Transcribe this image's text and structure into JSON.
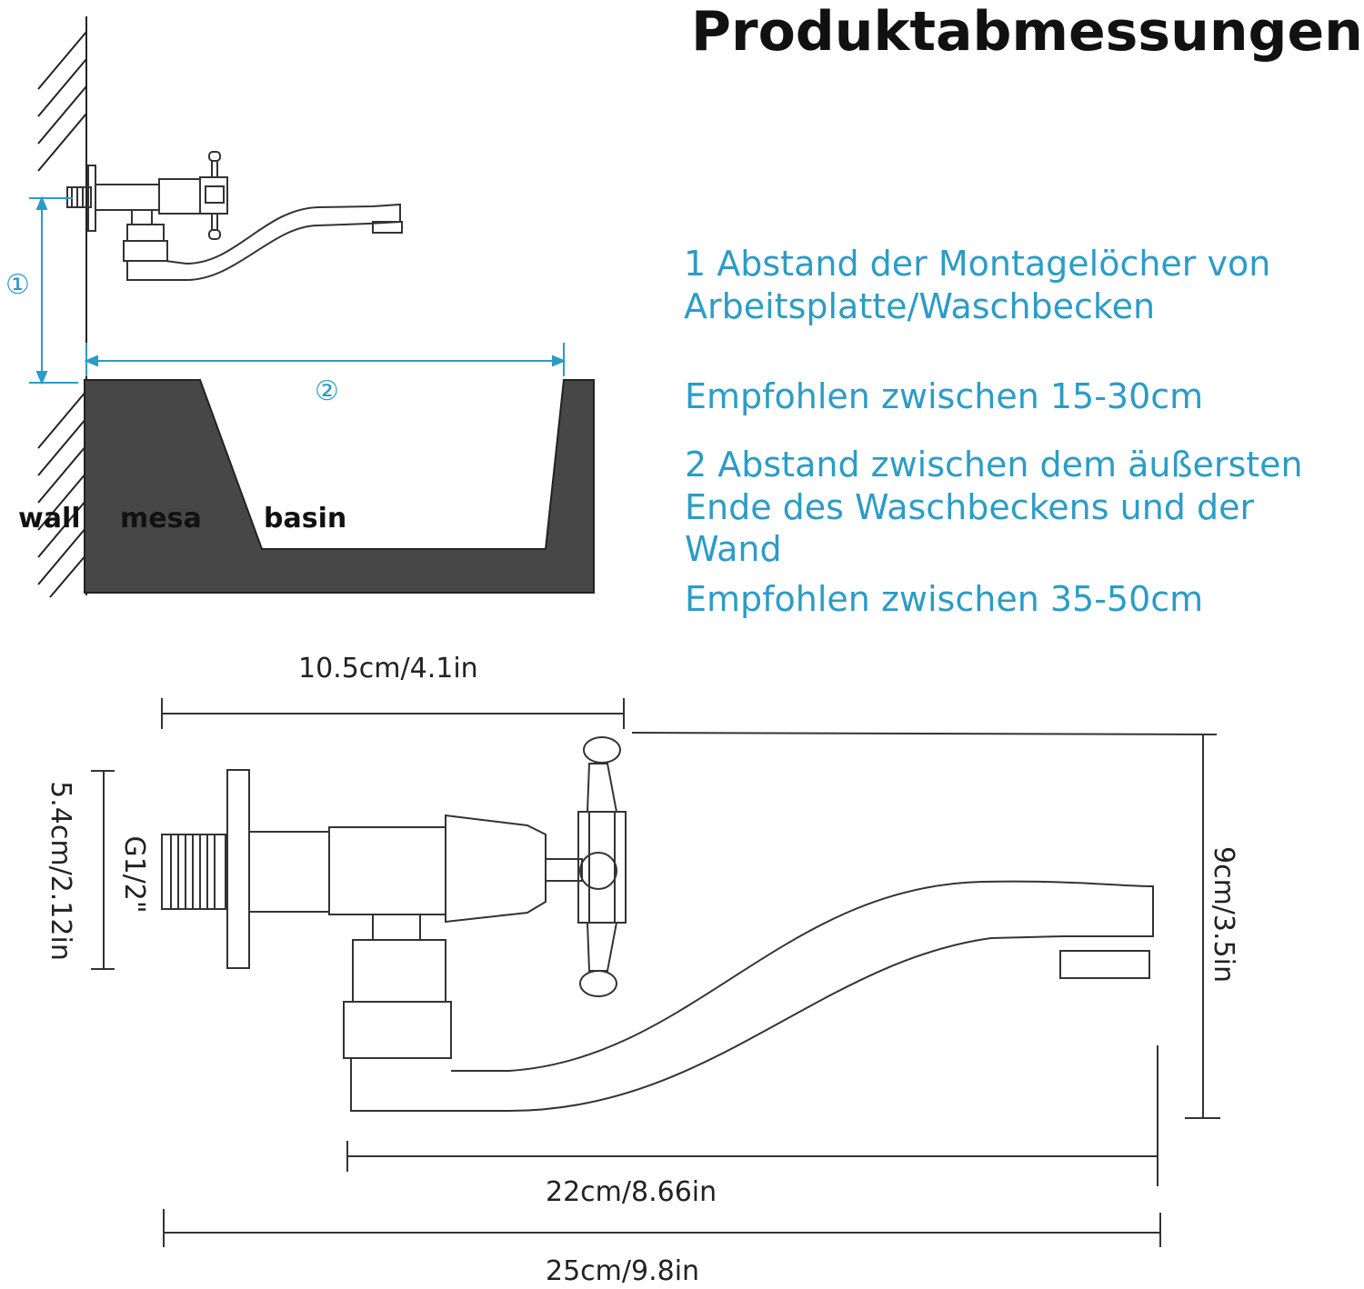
{
  "title": "Produktabmessungen",
  "scene_labels": {
    "wall": "wall",
    "mesa": "mesa",
    "basin": "basin"
  },
  "markers": {
    "one": "①",
    "two": "②"
  },
  "notes": {
    "item1_line1": "1 Abstand der Montagelöcher von",
    "item1_line2": "Arbeitsplatte/Waschbecken",
    "item1_rec": "Empfohlen zwischen 15-30cm",
    "item2_line1": "2 Abstand zwischen dem äußersten",
    "item2_line2": "Ende des Waschbeckens und der",
    "item2_line3": "Wand",
    "item2_rec": "Empfohlen zwischen 35-50cm"
  },
  "dimensions": {
    "top_width": "10.5cm/4.1in",
    "left_height": "5.4cm/2.12in",
    "thread": "G1/2\"",
    "right_height": "9cm/3.5in",
    "spout_length": "22cm/8.66in",
    "total_length": "25cm/9.8in"
  },
  "colors": {
    "accent": "#2b9cc7",
    "basin": "#444444",
    "line": "#333333"
  }
}
